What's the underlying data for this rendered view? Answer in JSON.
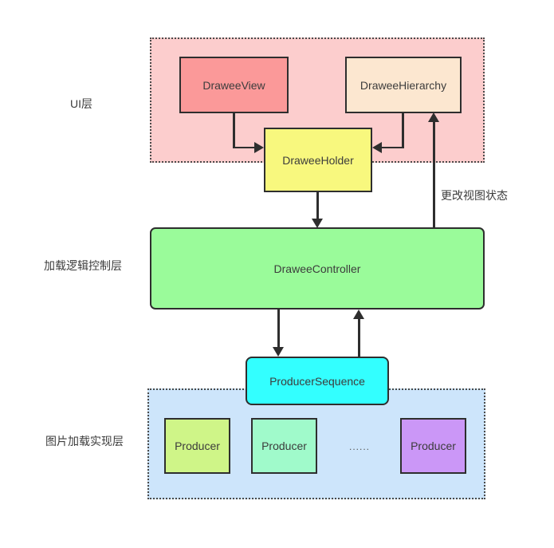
{
  "layer_labels": {
    "ui": "UI层",
    "control": "加载逻辑控制层",
    "impl": "图片加载实现层"
  },
  "nodes": {
    "drawee_view": "DraweeView",
    "drawee_hierarchy": "DraweeHierarchy",
    "drawee_holder": "DraweeHolder",
    "drawee_controller": "DraweeController",
    "producer_sequence": "ProducerSequence",
    "producer_a": "Producer",
    "producer_b": "Producer",
    "producer_c": "Producer",
    "ellipsis": "......"
  },
  "annotations": {
    "update_view_state": "更改视图状态"
  },
  "colors": {
    "ui_layer_bg": "#FCCDCD",
    "impl_layer_bg": "#CDE5FB",
    "drawee_view_bg": "#FB9999",
    "drawee_hierarchy_bg": "#FCE7D0",
    "drawee_holder_bg": "#F8F87E",
    "drawee_controller_bg": "#9AFB9A",
    "producer_sequence_bg": "#33FFFF",
    "producer_a_bg": "#CFF588",
    "producer_b_bg": "#A0FACB",
    "producer_c_bg": "#CB97F7",
    "border": "#2E2E2E",
    "text": "#3C3C3C",
    "background": "#FFFFFF"
  }
}
